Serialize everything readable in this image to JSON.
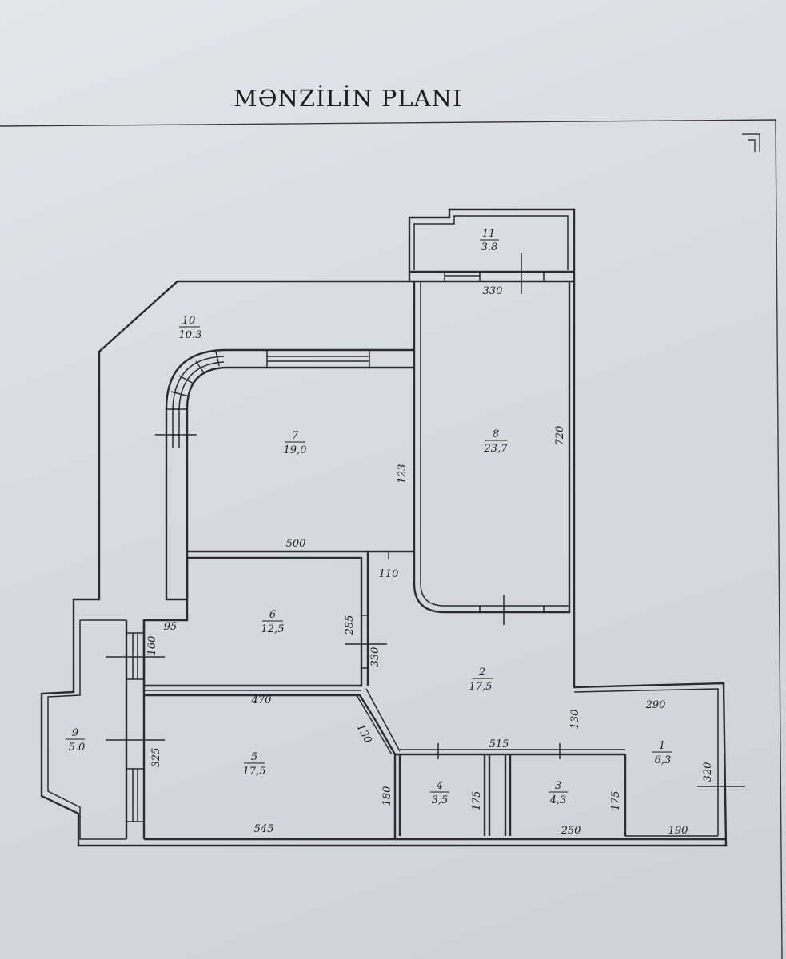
{
  "title": "MƏNZİLİN PLANI",
  "rooms": [
    {
      "num": "1",
      "area": "6,3"
    },
    {
      "num": "2",
      "area": "17,5"
    },
    {
      "num": "3",
      "area": "4,3"
    },
    {
      "num": "4",
      "area": "3,5"
    },
    {
      "num": "5",
      "area": "17,5"
    },
    {
      "num": "6",
      "area": "12,5"
    },
    {
      "num": "7",
      "area": "19,0"
    },
    {
      "num": "8",
      "area": "23,7"
    },
    {
      "num": "9",
      "area": "5.0"
    },
    {
      "num": "10",
      "area": "10.3"
    },
    {
      "num": "11",
      "area": "3.8"
    }
  ],
  "dimensions": [
    "330",
    "720",
    "123",
    "500",
    "110",
    "95",
    "160",
    "285",
    "330",
    "470",
    "290",
    "130",
    "515",
    "130",
    "320",
    "325",
    "180",
    "175",
    "175",
    "545",
    "250",
    "190"
  ]
}
